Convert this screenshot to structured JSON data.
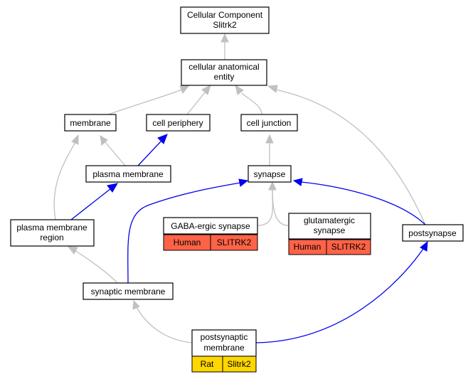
{
  "colors": {
    "human_badge": "#ff6347",
    "rat_badge": "#ffd700",
    "regulates_edge": "#0000ee",
    "is_a_edge": "#c0c0c0"
  },
  "nodes": {
    "root": {
      "line1": "Cellular Component",
      "line2": "Slitrk2"
    },
    "cellular_anatomical_entity": {
      "line1": "cellular anatomical",
      "line2": "entity"
    },
    "membrane": {
      "label": "membrane"
    },
    "cell_periphery": {
      "label": "cell periphery"
    },
    "cell_junction": {
      "label": "cell junction"
    },
    "plasma_membrane": {
      "label": "plasma membrane"
    },
    "synapse": {
      "label": "synapse"
    },
    "plasma_membrane_region": {
      "line1": "plasma membrane",
      "line2": "region"
    },
    "gaba_ergic_synapse": {
      "label": "GABA-ergic synapse",
      "badges": [
        {
          "species": "Human",
          "gene": "SLITRK2"
        }
      ]
    },
    "glutamatergic_synapse": {
      "line1": "glutamatergic",
      "line2": "synapse",
      "badges": [
        {
          "species": "Human",
          "gene": "SLITRK2"
        }
      ]
    },
    "postsynapse": {
      "label": "postsynapse"
    },
    "synaptic_membrane": {
      "label": "synaptic membrane"
    },
    "postsynaptic_membrane": {
      "line1": "postsynaptic",
      "line2": "membrane",
      "badges": [
        {
          "species": "Rat",
          "gene": "Slitrk2"
        }
      ]
    }
  }
}
